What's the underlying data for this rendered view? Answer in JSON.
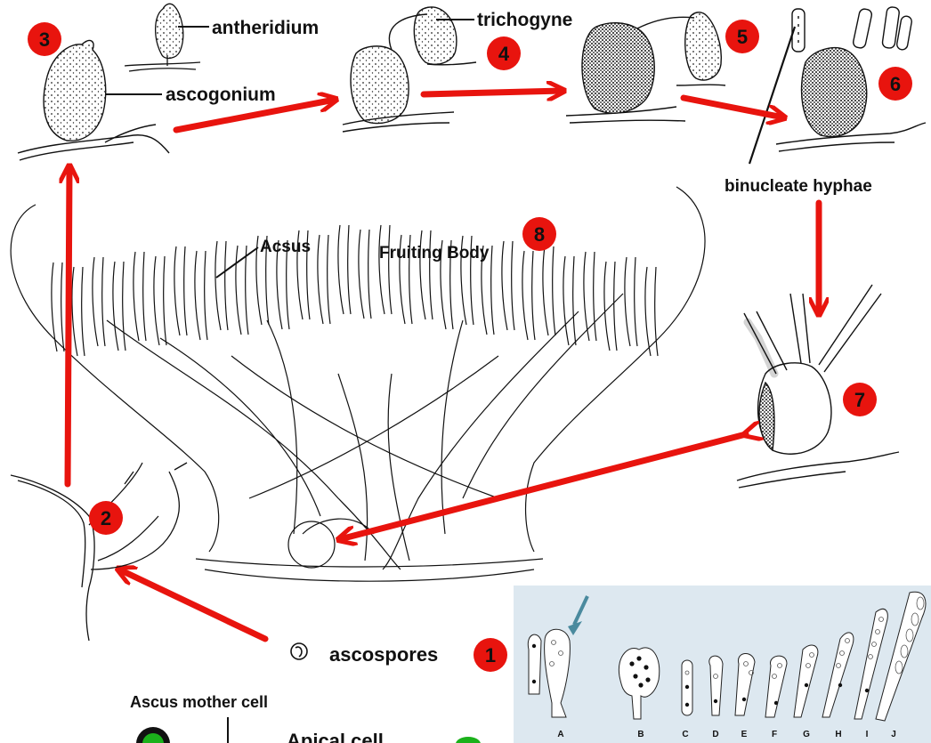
{
  "labels": {
    "antheridium": "antheridium",
    "ascogonium": "ascogonium",
    "trichogyne": "trichogyne",
    "binucleate_hyphae": "binucleate hyphae",
    "acsus": "Acsus",
    "fruiting_body": "Fruiting Body",
    "ascospores": "ascospores",
    "ascus_mother_cell": "Ascus mother cell",
    "apical_cell": "Apical cell"
  },
  "stages": {
    "s1": "1",
    "s2": "2",
    "s3": "3",
    "s4": "4",
    "s5": "5",
    "s6": "6",
    "s7": "7",
    "s8": "8"
  },
  "inset": {
    "letters": [
      "A",
      "B",
      "C",
      "D",
      "E",
      "F",
      "G",
      "H",
      "I",
      "J"
    ]
  },
  "colors": {
    "arrow": "#e8140e",
    "stage_circle": "#e8140e",
    "inset_bg": "#dde8f0",
    "inset_arrow": "#4a8a9e",
    "green_cell": "#1bb11b"
  }
}
